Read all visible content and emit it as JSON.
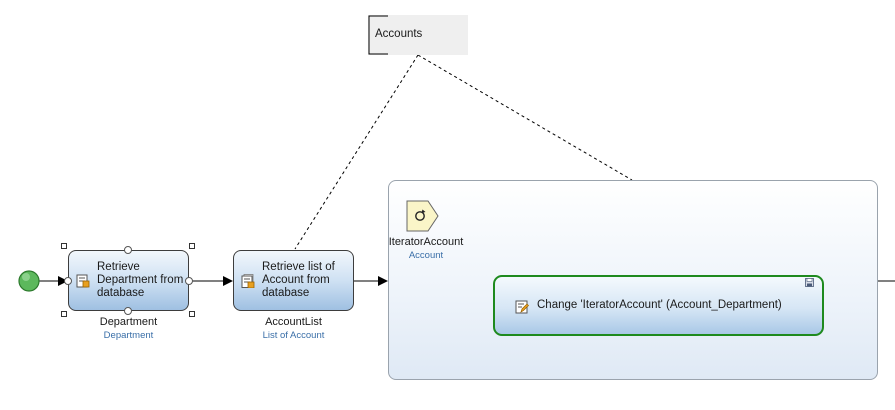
{
  "activities": [
    {
      "label": "Retrieve Department from database",
      "output_name": "Department",
      "output_type": "Department"
    },
    {
      "label": "Retrieve list of Account from database",
      "output_name": "AccountList",
      "output_type": "List of Account"
    }
  ],
  "loop": {
    "iterator_name": "IteratorAccount",
    "iterator_type": "Account",
    "inner_activity_label": "Change 'IteratorAccount' (Account_Department)"
  },
  "annotation": {
    "text": "Accounts"
  },
  "colors": {
    "start_event": "#5cb85c",
    "inner_activity_border": "#1e8a1e",
    "activity_gradient_bottom": "#9fc0e2",
    "caption_type": "#3a6fa8"
  },
  "icons": [
    "start-event-icon",
    "retrieve-icon",
    "loop-iterator-icon",
    "change-object-icon",
    "save-icon"
  ]
}
